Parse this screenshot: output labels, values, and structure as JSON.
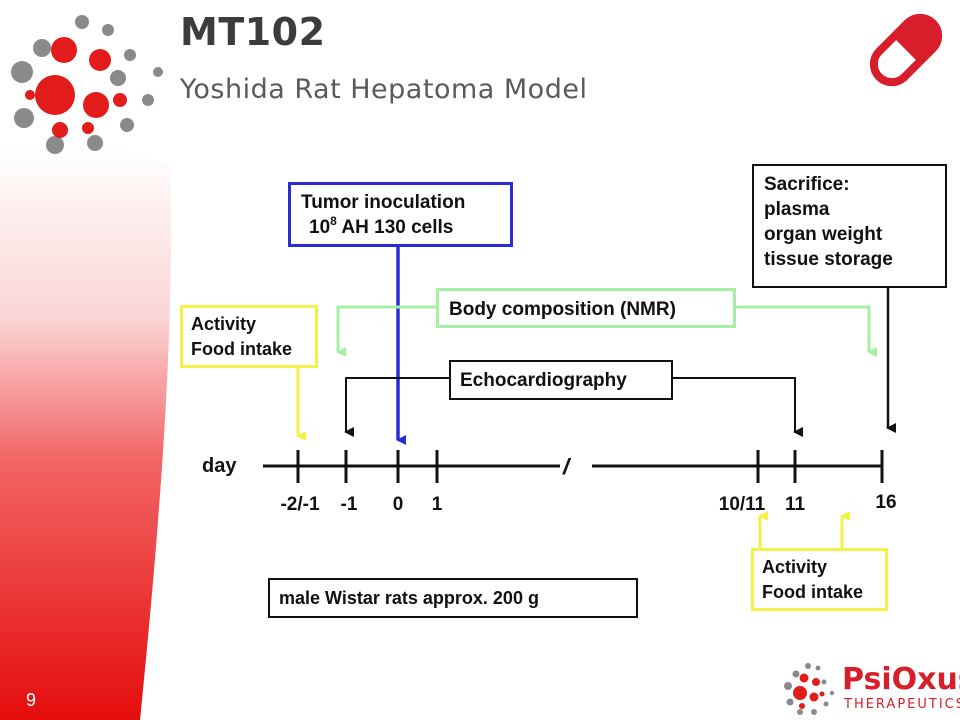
{
  "slide": {
    "title": "MT102",
    "subtitle": "Yoshida Rat Hepatoma Model",
    "page_number": "9"
  },
  "boxes": {
    "tumor": {
      "line1": "Tumor inoculation",
      "line2_prefix": "10",
      "line2_sup": "8",
      "line2_suffix": " AH 130 cells"
    },
    "sacrifice": {
      "lines": [
        "Sacrifice:",
        "plasma",
        "organ weight",
        "tissue storage"
      ]
    },
    "body_composition": "Body composition (NMR)",
    "activity_before": {
      "lines": [
        "Activity",
        "Food intake"
      ]
    },
    "echocardiography": "Echocardiography",
    "activity_after": {
      "lines": [
        "Activity",
        "Food intake"
      ]
    },
    "animals": "male Wistar  rats approx. 200 g"
  },
  "timeline": {
    "axis_label": "day",
    "break_marker": "//",
    "ticks": [
      "-2/-1",
      "-1",
      "0",
      "1",
      "10/11",
      "11",
      "16"
    ]
  },
  "colors": {
    "brand_red": "#d81e2a",
    "tumor_arrow": "#2b2bd6",
    "nmr": "#a6f0a6",
    "activity": "#f4f04a",
    "gray_dots": "#8a8a8a"
  },
  "logo": {
    "name": "PsiOxus",
    "tagline": "THERAPEUTICS",
    "pill_icon": "pill-icon"
  }
}
